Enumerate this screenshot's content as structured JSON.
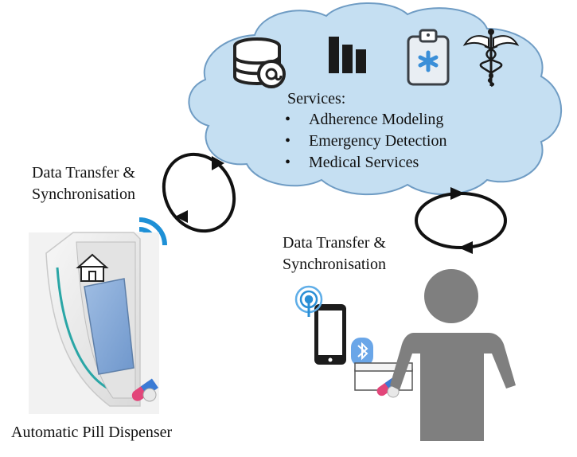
{
  "cloud": {
    "services_title": "Services:",
    "services": [
      "Adherence Modeling",
      "Emergency Detection",
      "Medical Services"
    ],
    "icons": [
      "database-email-icon",
      "bar-chart-icon",
      "medical-clipboard-icon",
      "caduceus-icon"
    ]
  },
  "labels": {
    "data_transfer_left": [
      "Data Transfer &",
      "Synchronisation"
    ],
    "data_transfer_right": [
      "Data Transfer &",
      "Synchronisation"
    ],
    "dispenser": "Automatic Pill Dispenser"
  },
  "colors": {
    "cloud_fill": "#c5dff2",
    "cloud_stroke": "#6f9cc4",
    "wifi": "#1e90d6",
    "person": "#7f7f7f",
    "dispenser_screen": "#86a9d6",
    "dispenser_accent": "#2aa6a6"
  }
}
